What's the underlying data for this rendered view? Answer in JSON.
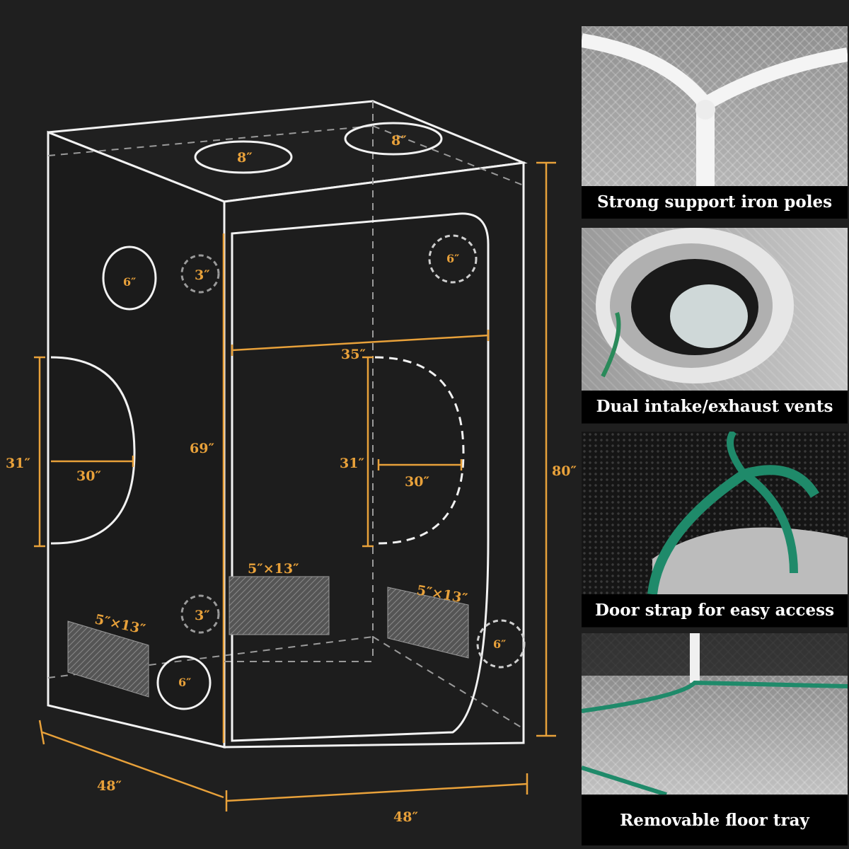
{
  "diagram": {
    "labels": {
      "top_vent_left": "8″",
      "top_vent_right": "8″",
      "side_vent_left_6": "6″",
      "side_vent_small_upper": "3″",
      "side_vent_small_lower": "3″",
      "front_vent_upper_6": "6″",
      "front_vent_lower_6": "6″",
      "side_vent_bottom_6": "6″",
      "width_top": "35″",
      "height_inner": "69″",
      "height_total": "80″",
      "side_door_height": "31″",
      "side_door_width": "30″",
      "front_door_height": "31″",
      "front_door_width": "30″",
      "window_front": "5″×13″",
      "window_right": "5″×13″",
      "window_side": "5″×13″",
      "depth": "48″",
      "width": "48″"
    },
    "colors": {
      "dimension": "#e8a13a",
      "outline": "#f2f2f2",
      "background": "#1f1f1f"
    }
  },
  "features": [
    {
      "caption": "Strong support iron poles",
      "icon": "support-poles-photo"
    },
    {
      "caption": "Dual intake/exhaust vents",
      "icon": "vent-duct-photo"
    },
    {
      "caption": "Door strap for easy access",
      "icon": "door-strap-photo"
    },
    {
      "caption": "Removable floor tray",
      "icon": "floor-tray-photo"
    }
  ]
}
